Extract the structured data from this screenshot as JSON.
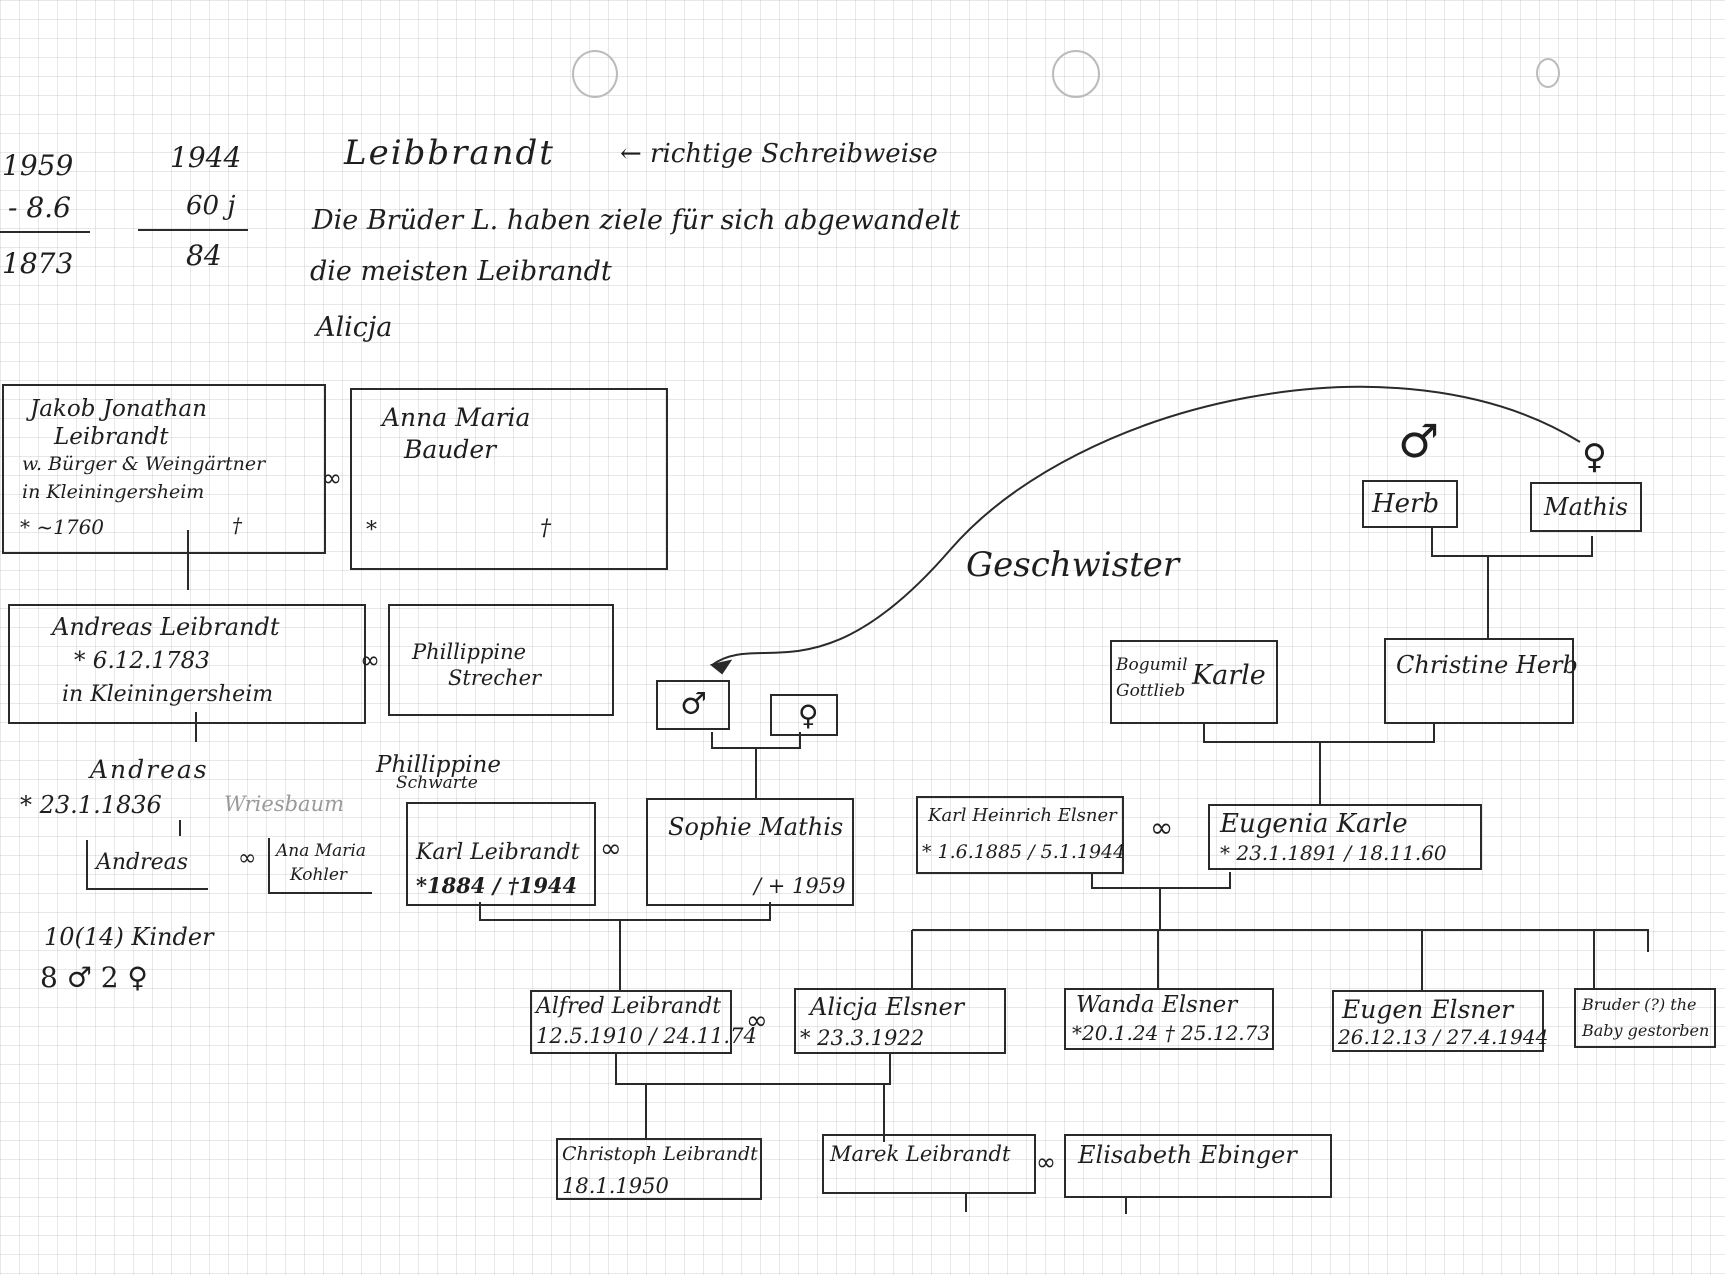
{
  "calc": {
    "col1": [
      "1959",
      "- 8.6",
      "1873"
    ],
    "col2": [
      "1944",
      "60 j",
      "84"
    ]
  },
  "notes": {
    "title": "Leibbrandt",
    "title_note": "← richtige Schreibweise",
    "line1": "Die Brüder L. haben ziele für sich abgewandelt",
    "line2": "die meisten Leibrandt",
    "line3": "Alicja"
  },
  "gen1": {
    "jakob": {
      "lines": [
        "Jakob Jonathan",
        "Leibrandt",
        "w. Bürger & Weingärtner",
        "in Kleiningersheim"
      ],
      "dates": "* ~1760",
      "death": "†"
    },
    "anna": {
      "lines": [
        "Anna Maria",
        "Bauder"
      ],
      "birth": "*",
      "death": "†"
    }
  },
  "gen2": {
    "andreas": {
      "lines": [
        "Andreas Leibrandt",
        "* 6.12.1783",
        "in Kleiningersheim"
      ]
    },
    "philippine": {
      "lines": [
        "Phillippine",
        "Strecher"
      ]
    }
  },
  "andreas_1836": {
    "name": "Andreas",
    "birth": "* 23.1.1836",
    "place": "Wriesbaum"
  },
  "gen4": {
    "andreas": {
      "name": "Andreas"
    },
    "anna_maria": {
      "lines": [
        "Ana Maria",
        "Kohler"
      ]
    }
  },
  "children": {
    "line1": "10(14) Kinder",
    "line2": "8 ♂ 2 ♀"
  },
  "phillippine_schwarte": {
    "lines": [
      "Phillippine",
      "Schwarte"
    ]
  },
  "karl": {
    "name": "Karl Leibrandt",
    "dates": "*1884 / †1944"
  },
  "sophie": {
    "name": "Sophie Mathis",
    "dates": "/ + 1959"
  },
  "siblings": {
    "label": "Geschwister",
    "male_symbol": "♂",
    "female_symbol": "♀",
    "herb": "Herb",
    "mathis": "Mathis"
  },
  "bogumil": {
    "lines": [
      "Bogumil",
      "Gottlieb"
    ],
    "surname": "Karle"
  },
  "christine": {
    "name": "Christine Herb"
  },
  "karl_heinrich": {
    "name": "Karl Heinrich Elsner",
    "dates": "* 1.6.1885 / 5.1.1944"
  },
  "eugenia": {
    "name": "Eugenia Karle",
    "dates": "* 23.1.1891 / 18.11.60"
  },
  "alfred": {
    "name": "Alfred Leibrandt",
    "dates": "12.5.1910 / 24.11.74"
  },
  "alicja": {
    "name": "Alicja Elsner",
    "dates": "* 23.3.1922"
  },
  "wanda": {
    "name": "Wanda Elsner",
    "dates": "*20.1.24 † 25.12.73"
  },
  "eugen": {
    "name": "Eugen Elsner",
    "dates": "26.12.13 / 27.4.1944"
  },
  "baby": {
    "lines": [
      "Bruder (?) the",
      "Baby gestorben"
    ]
  },
  "christoph": {
    "name": "Christoph Leibrandt",
    "dates": "18.1.1950"
  },
  "marek": {
    "name": "Marek Leibrandt"
  },
  "elisabeth": {
    "name": "Elisabeth Ebinger"
  },
  "marriage": "∞"
}
